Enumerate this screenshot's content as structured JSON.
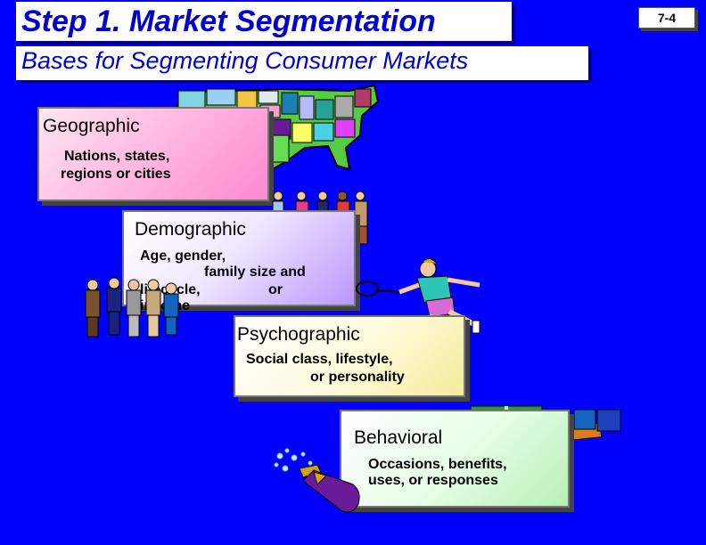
{
  "title": "Step 1. Market Segmentation",
  "subtitle": "Bases for Segmenting Consumer Markets",
  "slide_number": "7-4",
  "segments": {
    "geographic": {
      "heading": "Geographic",
      "desc": [
        "Nations, states,",
        "regions or cities"
      ]
    },
    "demographic": {
      "heading": "Demographic",
      "desc": [
        "Age, gender,",
        "family size and",
        "lifecycle,",
        "or",
        "income"
      ]
    },
    "psychographic": {
      "heading": "Psychographic",
      "desc": [
        "Social class, lifestyle,",
        "or personality"
      ]
    },
    "behavioral": {
      "heading": "Behavioral",
      "desc": [
        "Occasions, benefits,",
        "uses, or responses"
      ]
    }
  },
  "colors": {
    "background": "#0000ff",
    "title_text": "#0000cc"
  }
}
